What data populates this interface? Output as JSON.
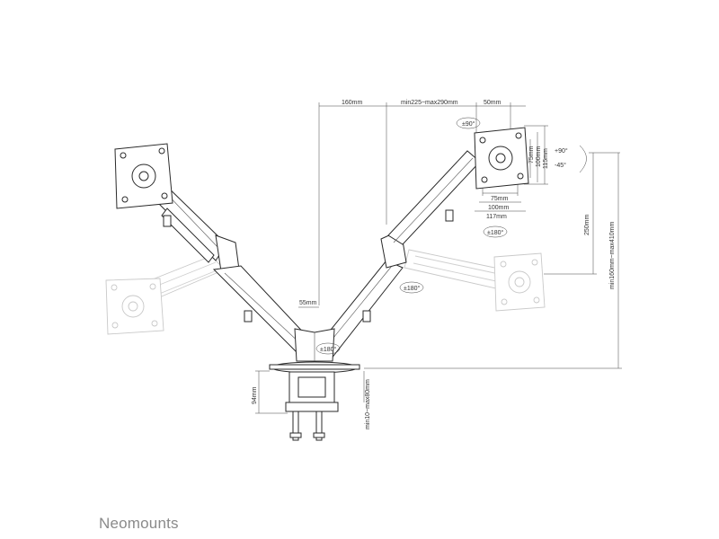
{
  "brand": {
    "name": "Neomounts"
  },
  "dimensions": {
    "d160": "160mm",
    "dreach": "min225~max290mm",
    "d50": "50mm",
    "d55": "55mm",
    "d250": "250mm",
    "dheight": "min160mm~max410mm",
    "d94": "94mm",
    "ddesk": "min10~max80mm",
    "v75": "75mm",
    "v100": "100mm",
    "v115": "115mm",
    "h75": "75mm",
    "h100": "100mm",
    "h117": "117mm"
  },
  "rotations": {
    "tilt_top": "±90°",
    "tilt_up": "+90°",
    "tilt_down": "-45°",
    "swivel_plate": "±180°",
    "swivel_elbow": "±180°",
    "swivel_base": "±180°"
  },
  "icons": [
    "vesa-plate-icon",
    "clamp-icon",
    "rotation-arrow-icon"
  ]
}
